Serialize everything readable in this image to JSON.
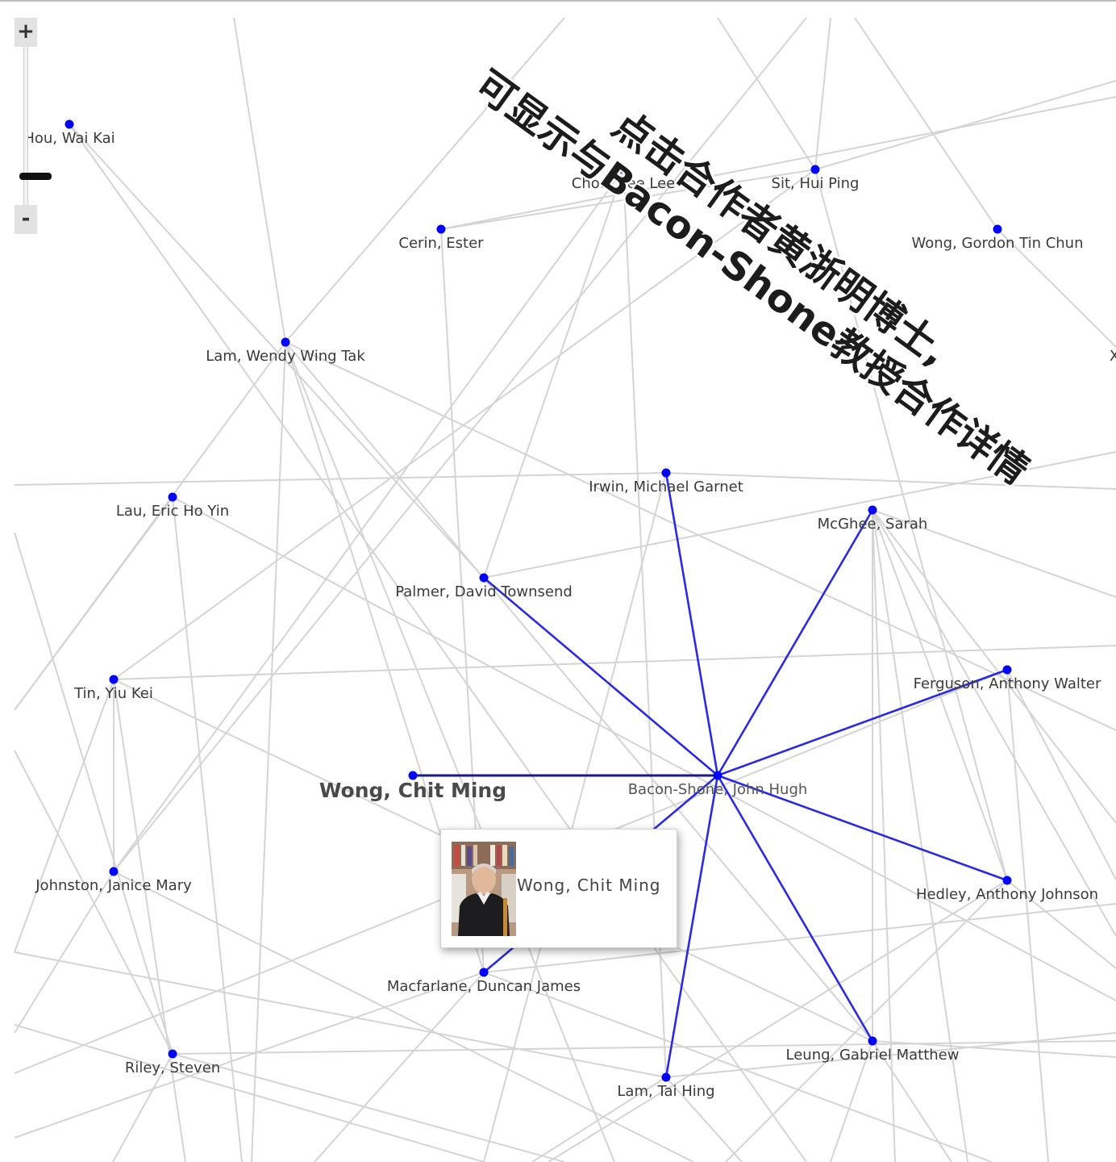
{
  "graph": {
    "colors": {
      "node": "#0000ff",
      "edge": "#d4d4d4",
      "highlight_edge": "#2a2ae6",
      "selected_edge": "#1a1a8c"
    },
    "nodes": [
      {
        "id": "hou",
        "label": "Hou, Wai Kai"
      },
      {
        "id": "chou",
        "label": "Chou, Kee Lee"
      },
      {
        "id": "sit",
        "label": "Sit, Hui Ping"
      },
      {
        "id": "cerin",
        "label": "Cerin, Ester"
      },
      {
        "id": "wonggordon",
        "label": "Wong, Gordon Tin Chun"
      },
      {
        "id": "lamwendy",
        "label": "Lam, Wendy Wing Tak"
      },
      {
        "id": "xia",
        "label": "Xia"
      },
      {
        "id": "irwin",
        "label": "Irwin, Michael Garnet"
      },
      {
        "id": "lau",
        "label": "Lau, Eric Ho Yin"
      },
      {
        "id": "mcghee",
        "label": "McGhee, Sarah"
      },
      {
        "id": "palmer",
        "label": "Palmer, David Townsend"
      },
      {
        "id": "tin",
        "label": "Tin, Yiu Kei"
      },
      {
        "id": "ferguson",
        "label": "Ferguson, Anthony Walter"
      },
      {
        "id": "wongchit",
        "label": "Wong, Chit Ming",
        "selected": true
      },
      {
        "id": "bacon",
        "label": "Bacon-Shone, John Hugh",
        "center": true
      },
      {
        "id": "johnston",
        "label": "Johnston, Janice Mary"
      },
      {
        "id": "hedley",
        "label": "Hedley, Anthony Johnson"
      },
      {
        "id": "macfarlane",
        "label": "Macfarlane, Duncan James"
      },
      {
        "id": "riley",
        "label": "Riley, Steven"
      },
      {
        "id": "leung",
        "label": "Leung, Gabriel Matthew"
      },
      {
        "id": "lamtai",
        "label": "Lam, Tai Hing"
      }
    ]
  },
  "zoom": {
    "in_label": "+",
    "out_label": "-",
    "level": 0.82
  },
  "tooltip": {
    "name": "Wong, Chit Ming"
  },
  "overlay": {
    "line1": "点击合作者黄浙明博士,",
    "line2": "可显示与Bacon-Shone教授合作详情"
  }
}
